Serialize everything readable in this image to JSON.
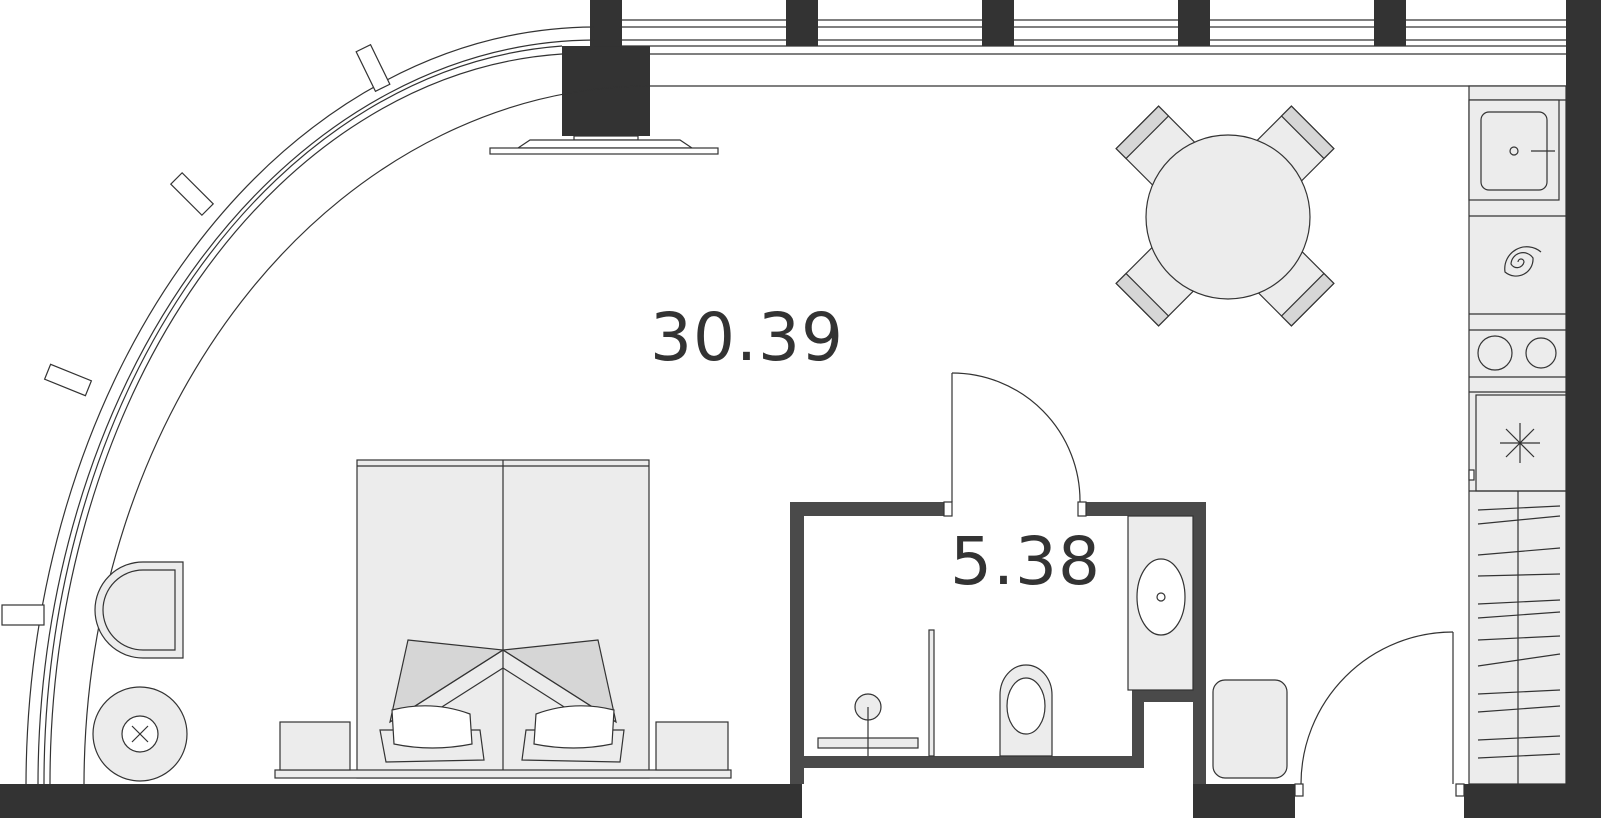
{
  "plan": {
    "rooms": [
      {
        "id": "main-room",
        "area_label": "30.39"
      },
      {
        "id": "bathroom",
        "area_label": "5.38"
      }
    ],
    "colors": {
      "wall": "#333333",
      "partition": "#4a4a4a",
      "furniture_fill": "#ececec",
      "furniture_shade": "#d6d6d6",
      "background": "#ffffff"
    },
    "icons": [
      "curved-glazing-window",
      "window-mullion",
      "radiator",
      "dining-table",
      "dining-chair",
      "kitchen-sink",
      "cooktop-spiral",
      "hob-burners",
      "oven-icon",
      "wardrobe-hatched",
      "double-bed",
      "pillow",
      "nightstand",
      "armchair",
      "floor-lamp",
      "interior-door-swing",
      "entrance-door-swing",
      "bathroom-washbasin",
      "toilet",
      "shower-drain",
      "shower-screen",
      "shoe-cabinet"
    ]
  }
}
